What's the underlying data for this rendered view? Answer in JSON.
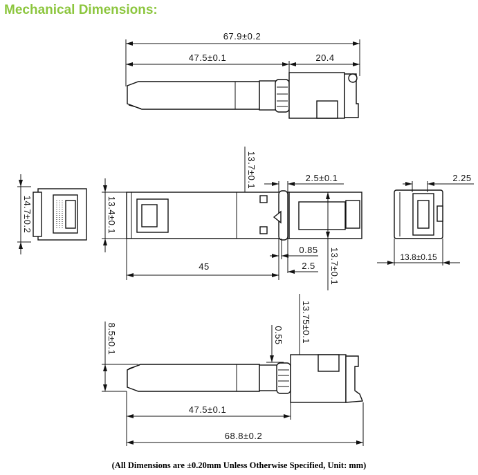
{
  "title": "Mechanical Dimensions:",
  "footer": "(All Dimensions are ±0.20mm Unless Otherwise Specified, Unit: mm)",
  "top_view": {
    "overall_length": "67.9±0.2",
    "body_length": "47.5±0.1",
    "head_length": "20.4"
  },
  "front_views": {
    "end_height": "14.7±0.2",
    "body_height": "13.4±0.1",
    "collar_height": "13.7±0.1",
    "collar_width": "2.5±0.1",
    "gap_small": "0.85",
    "gap_width": "2.5",
    "body_length": "45",
    "head_height": "13.7±0.1",
    "rear_offset": "2.25",
    "rear_width": "13.8±0.15"
  },
  "side_view": {
    "body_thickness": "8.5±0.1",
    "step": "0.55",
    "head_height": "13.75±0.1",
    "body_length": "47.5±0.1",
    "overall_length": "68.8±0.2"
  }
}
